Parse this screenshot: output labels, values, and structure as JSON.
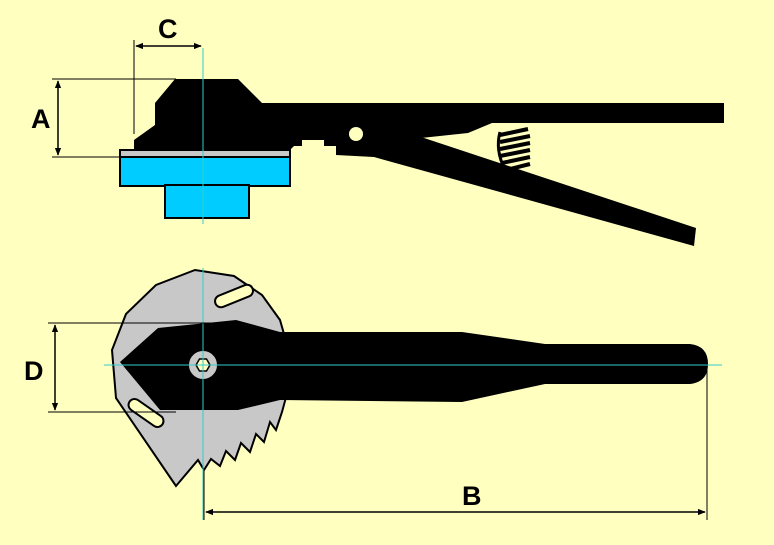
{
  "drawing": {
    "background_color": "#FFFFC0",
    "tool_color": "#000000",
    "jaw_plate_color": "#C8C8C8",
    "fitting_color": "#00CCFF",
    "centerline_color": "#33CCCC",
    "dimensions": {
      "a": "A",
      "b": "B",
      "c": "C",
      "d": "D"
    }
  }
}
